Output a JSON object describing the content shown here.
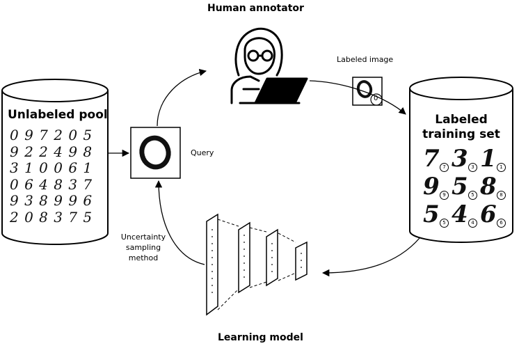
{
  "labels": {
    "human_annotator": "Human annotator",
    "labeled_image": "Labeled image",
    "labeled_image_badge": "0",
    "unlabeled_pool": "Unlabeled pool",
    "labeled_training_set_line1": "Labeled",
    "labeled_training_set_line2": "training set",
    "query": "Query",
    "uncertainty_line1": "Uncertainty",
    "uncertainty_line2": "sampling",
    "uncertainty_line3": "method",
    "learning_model": "Learning model"
  },
  "unlabeled_digits": [
    "0 9 7 2 0 5",
    "9 2 2 4 9 8",
    "3 1 0 0 6 1",
    "0 6 4 8 3 7",
    "9 3 8 9 9 6",
    "2 0 8 3 7 5"
  ],
  "labeled_digits": [
    {
      "digit": "7",
      "label": "7"
    },
    {
      "digit": "3",
      "label": "3"
    },
    {
      "digit": "1",
      "label": "1"
    },
    {
      "digit": "9",
      "label": "9"
    },
    {
      "digit": "5",
      "label": "5"
    },
    {
      "digit": "8",
      "label": "8"
    },
    {
      "digit": "5",
      "label": "5"
    },
    {
      "digit": "4",
      "label": "4"
    },
    {
      "digit": "6",
      "label": "6"
    }
  ]
}
